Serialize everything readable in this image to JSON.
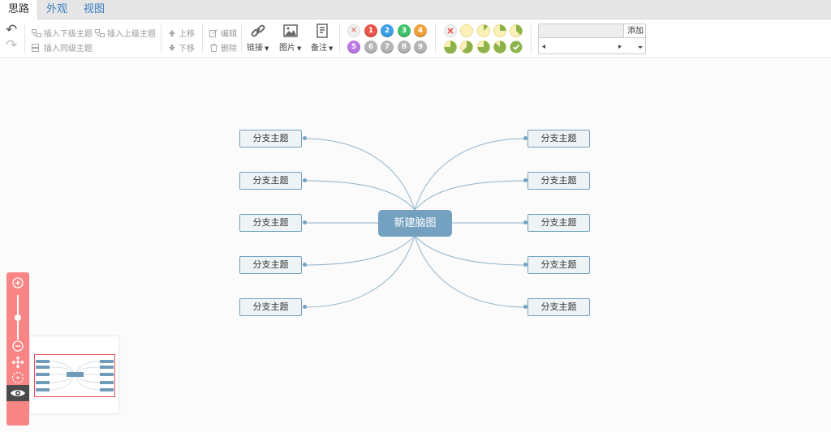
{
  "tabs": [
    {
      "label": "思路",
      "active": true
    },
    {
      "label": "外观",
      "active": false
    },
    {
      "label": "视图",
      "active": false
    }
  ],
  "toolbar": {
    "insert_child": "插入下级主题",
    "insert_parent": "插入上级主题",
    "insert_sibling": "插入同级主题",
    "move_up": "上移",
    "move_down": "下移",
    "edit": "编辑",
    "delete": "删除",
    "link": "链接",
    "image": "图片",
    "note": "备注"
  },
  "priority": {
    "items": [
      "1",
      "2",
      "3",
      "4",
      "5",
      "6",
      "7",
      "8",
      "9"
    ],
    "colors": [
      "#e8564c",
      "#3e9ee9",
      "#3ec36b",
      "#f0a13b",
      "#b978e6",
      "#b5b5b5",
      "#b5b5b5",
      "#b5b5b5",
      "#b5b5b5"
    ]
  },
  "font_box": {
    "add_label": "添加"
  },
  "mindmap": {
    "root": "新建脑图",
    "left": [
      "分支主题",
      "分支主题",
      "分支主题",
      "分支主题",
      "分支主题"
    ],
    "right": [
      "分支主题",
      "分支主题",
      "分支主题",
      "分支主题",
      "分支主题"
    ],
    "colors": {
      "line": "#8fb2ca",
      "root": "#73a1bf",
      "node_bg": "#eef3f6"
    }
  },
  "zoom": {
    "icons": [
      "zoom-in-icon",
      "zoom-out-icon",
      "move-icon",
      "locate-icon",
      "eye-icon"
    ],
    "accent": "#f98585"
  }
}
